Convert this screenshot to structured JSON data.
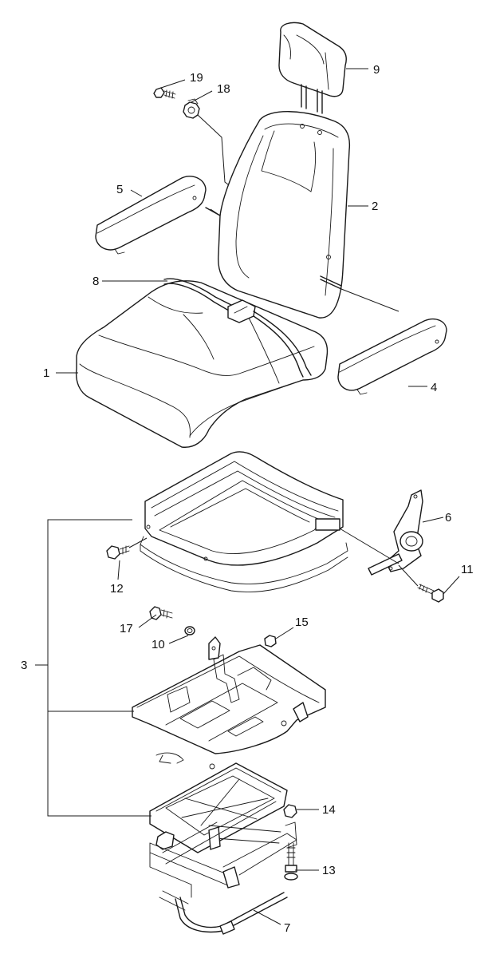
{
  "diagram": {
    "callouts": [
      {
        "id": "c1",
        "label": "1"
      },
      {
        "id": "c2",
        "label": "2"
      },
      {
        "id": "c3",
        "label": "3"
      },
      {
        "id": "c4",
        "label": "4"
      },
      {
        "id": "c5",
        "label": "5"
      },
      {
        "id": "c6",
        "label": "6"
      },
      {
        "id": "c7",
        "label": "7"
      },
      {
        "id": "c8",
        "label": "8"
      },
      {
        "id": "c9",
        "label": "9"
      },
      {
        "id": "c10",
        "label": "10"
      },
      {
        "id": "c11",
        "label": "11"
      },
      {
        "id": "c12",
        "label": "12"
      },
      {
        "id": "c13",
        "label": "13"
      },
      {
        "id": "c14",
        "label": "14"
      },
      {
        "id": "c15",
        "label": "15"
      },
      {
        "id": "c17",
        "label": "17"
      },
      {
        "id": "c18",
        "label": "18"
      },
      {
        "id": "c19",
        "label": "19"
      }
    ]
  }
}
